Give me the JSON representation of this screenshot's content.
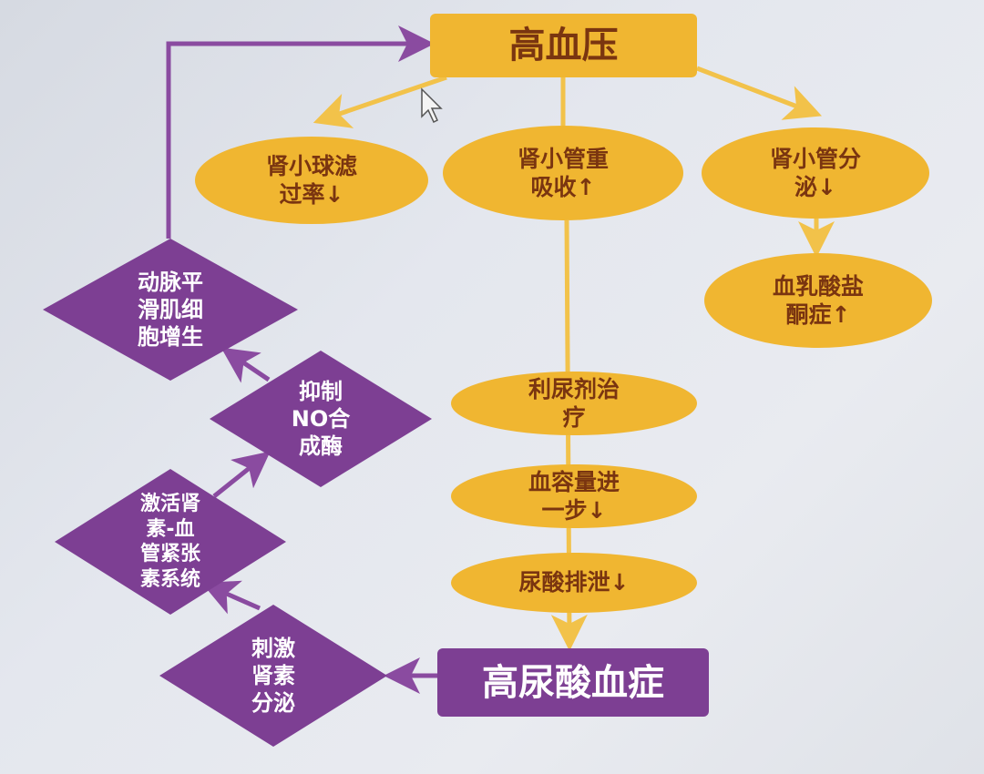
{
  "title": "高血压",
  "outcome": "高尿酸血症",
  "yellow_nodes": {
    "gfr": [
      "肾小球滤",
      "过率↓"
    ],
    "reabsorption": [
      "肾小管重",
      "吸收↑"
    ],
    "secretion": [
      "肾小管分",
      "泌↓"
    ],
    "lactate": [
      "血乳酸盐",
      "酮症↑"
    ],
    "diuretic": [
      "利尿剂治",
      "疗"
    ],
    "volume": [
      "血容量进",
      "一步↓"
    ],
    "excretion": [
      "尿酸排泄↓"
    ]
  },
  "purple_nodes": {
    "renin": [
      "刺激",
      "肾素",
      "分泌"
    ],
    "raas": [
      "激活肾",
      "素-血",
      "管紧张",
      "素系统"
    ],
    "no": [
      "抑制",
      "NO合",
      "成酶"
    ],
    "smooth_muscle": [
      "动脉平",
      "滑肌细",
      "胞增生"
    ]
  },
  "colors": {
    "yellow": "#f0b631",
    "purple": "#7d3f93",
    "brown_text": "#7a3510",
    "arrow_yellow": "#f2c24a",
    "arrow_purple": "#8a4ba0"
  }
}
